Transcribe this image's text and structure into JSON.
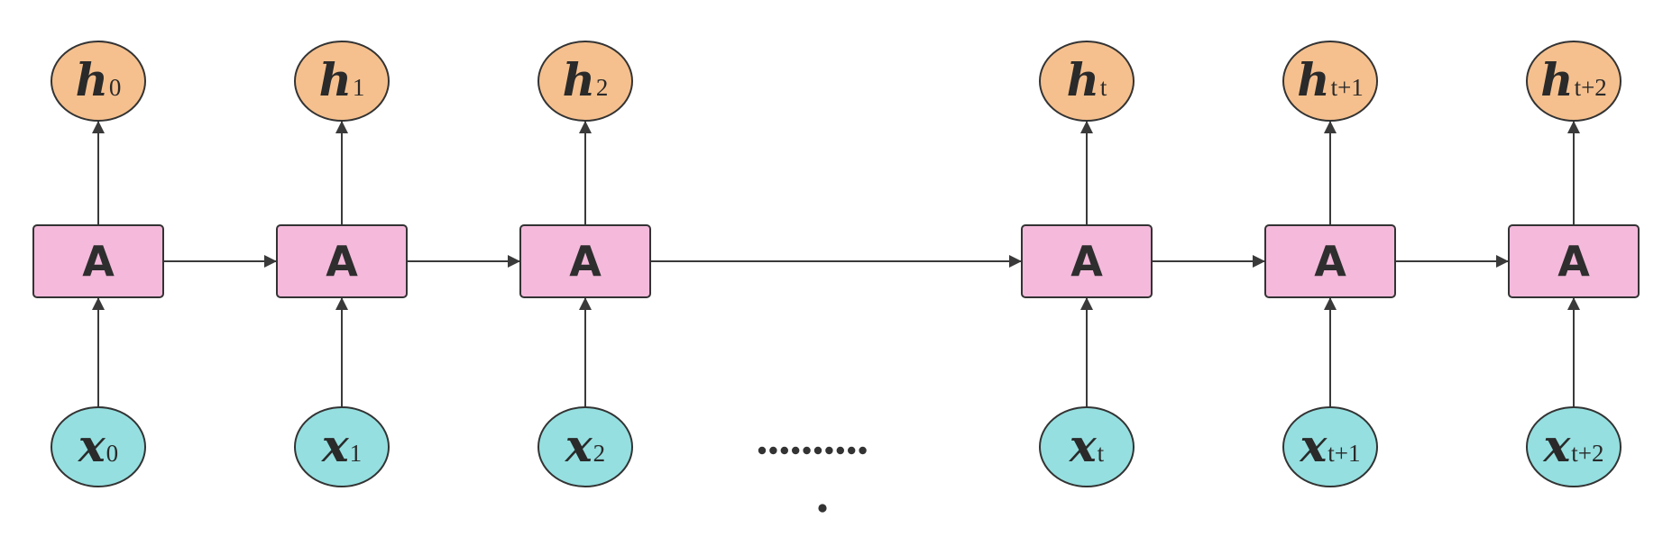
{
  "cell_label": "A",
  "hidden_symbol": "h",
  "input_symbol": "x",
  "steps": [
    {
      "sub": "0"
    },
    {
      "sub": "1"
    },
    {
      "sub": "2"
    },
    {
      "sub": "t"
    },
    {
      "sub": "t+1"
    },
    {
      "sub": "t+2"
    }
  ],
  "ellipsis": "..........",
  "colors": {
    "cell_fill": "#f4b9db",
    "hidden_fill": "#f5c08e",
    "input_fill": "#95dfe0",
    "stroke": "#333333"
  }
}
